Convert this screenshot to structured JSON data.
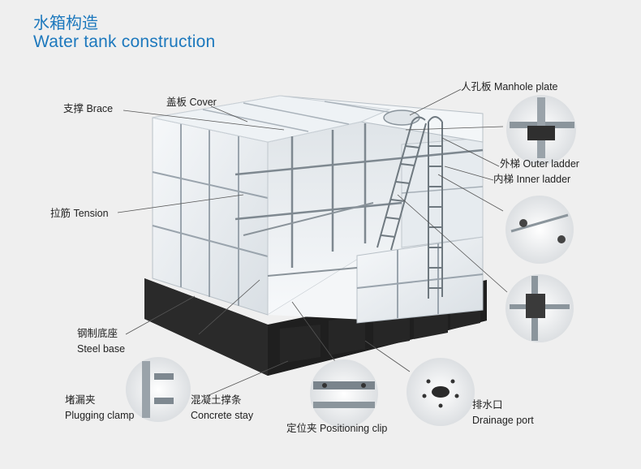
{
  "title": {
    "cn": "水箱构造",
    "en": "Water tank construction"
  },
  "labels": {
    "brace": "支撑  Brace",
    "cover": "盖板 Cover",
    "manhole": "人孔板  Manhole plate",
    "outer_ladder": "外梯  Outer ladder",
    "inner_ladder": "内梯 Inner ladder",
    "tension": "拉筋  Tension",
    "steel_base_cn": "钢制底座",
    "steel_base_en": "Steel base",
    "plugging_clamp_cn": "堵漏夹",
    "plugging_clamp_en": "Plugging clamp",
    "concrete_stay_cn": "混凝土撑条",
    "concrete_stay_en": "Concrete stay",
    "positioning_clip": "定位夹  Positioning clip",
    "drainage_port_cn": "排水口",
    "drainage_port_en": "Drainage port"
  },
  "colors": {
    "title": "#1c78bd",
    "base": "#2b2b2b",
    "panel": "#e9eef2",
    "leader": "#555555"
  }
}
